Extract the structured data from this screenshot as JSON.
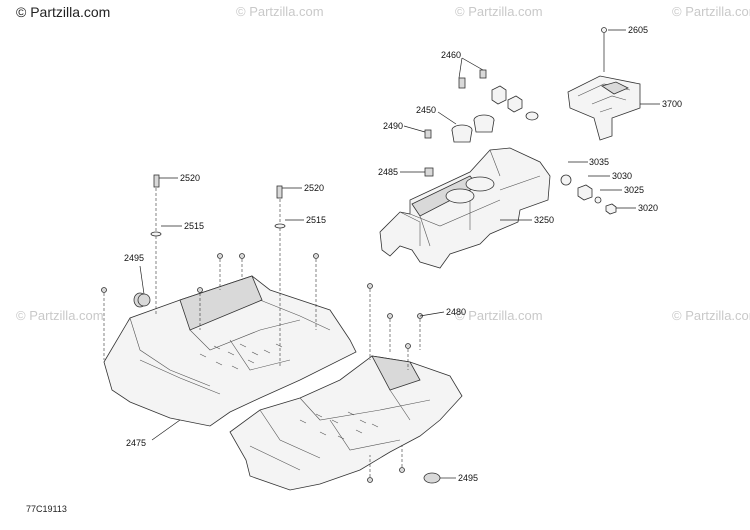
{
  "watermarks": {
    "main": "© Partzilla.com",
    "faint": "© Partzilla.com"
  },
  "figure_code": "77C19113",
  "callouts": [
    "2605",
    "3700",
    "2460",
    "2450",
    "2490",
    "2485",
    "3035",
    "3030",
    "3025",
    "3020",
    "3250",
    "2520",
    "2520",
    "2515",
    "2515",
    "2495",
    "2480",
    "2475",
    "2495"
  ]
}
